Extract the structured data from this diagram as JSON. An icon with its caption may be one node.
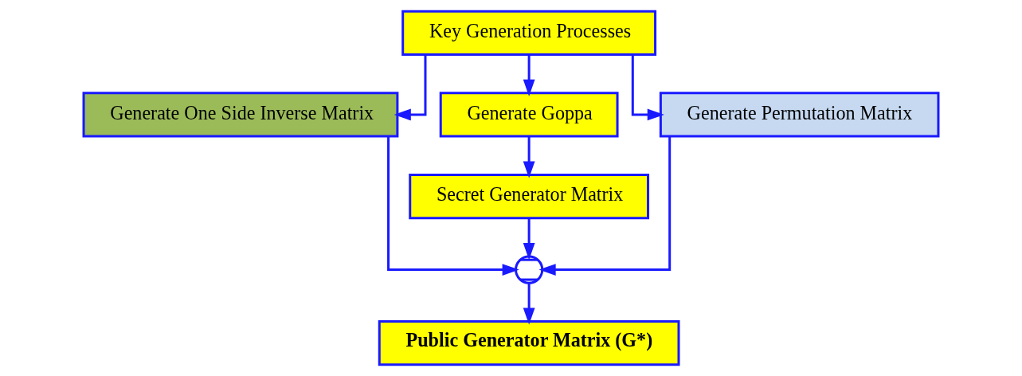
{
  "diagram": {
    "nodes": [
      {
        "text": [
          "Key Generation Processes"
        ]
      },
      {
        "text": [
          "Generate One Side Inverse Matrix"
        ]
      },
      {
        "text": [
          "Generate Goppa"
        ]
      },
      {
        "text": [
          "Generate Permutation Matrix"
        ]
      },
      {
        "text": [
          "Secret Generator Matrix"
        ]
      },
      {
        "text": [],
        "shape": "circle"
      },
      {
        "text": [
          "Public Generator Matrix (G*)"
        ]
      }
    ],
    "edges": [
      {
        "from": 0,
        "to": 1,
        "arrow": "to"
      },
      {
        "from": 0,
        "to": 2,
        "arrow": "to"
      },
      {
        "from": 0,
        "to": 3,
        "arrow": "to"
      },
      {
        "from": 2,
        "to": 4,
        "arrow": "to"
      },
      {
        "from": 4,
        "to": 5,
        "arrow": "to"
      },
      {
        "from": 1,
        "to": 5,
        "arrow": "to"
      },
      {
        "from": 3,
        "to": 5,
        "arrow": "to"
      },
      {
        "from": 5,
        "to": 6,
        "arrow": "to"
      }
    ]
  }
}
